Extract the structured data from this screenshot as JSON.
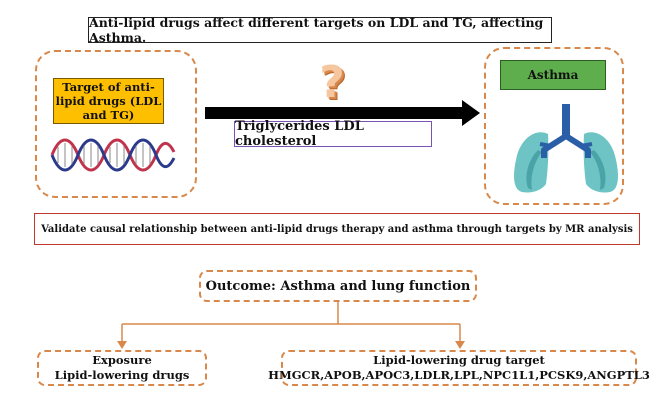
{
  "title": "Anti-lipid drugs affect different targets on LDL and TG, affecting Asthma.",
  "target_label": "Target of anti-lipid drugs (LDL and TG)",
  "question_mark": "?",
  "mediator_label": "Triglycerides LDL cholesterol",
  "asthma_label": "Asthma",
  "validate_label": "Validate causal relationship between anti-lipid drugs therapy and asthma through targets by MR analysis",
  "outcome_label": "Outcome: Asthma and lung function",
  "exposure": {
    "line1": "Exposure",
    "line2": "Lipid-lowering drugs"
  },
  "lipid_target": {
    "line1": "Lipid-lowering drug target",
    "line2": "HMGCR,APOB,APOC3,LDLR,LPL,NPC1L1,PCSK9,ANGPTL3"
  },
  "colors": {
    "dash_orange": "#d8884a",
    "target_yellow": "#fdbf00",
    "asthma_green": "#5fae4d",
    "validate_red": "#c0392b",
    "mediator_purple": "#7a54b0",
    "lung_teal": "#6ec4c4",
    "trachea_blue": "#2a5fa8"
  },
  "icons": [
    "dna-icon",
    "question-icon",
    "lungs-icon",
    "arrow-right-icon"
  ]
}
